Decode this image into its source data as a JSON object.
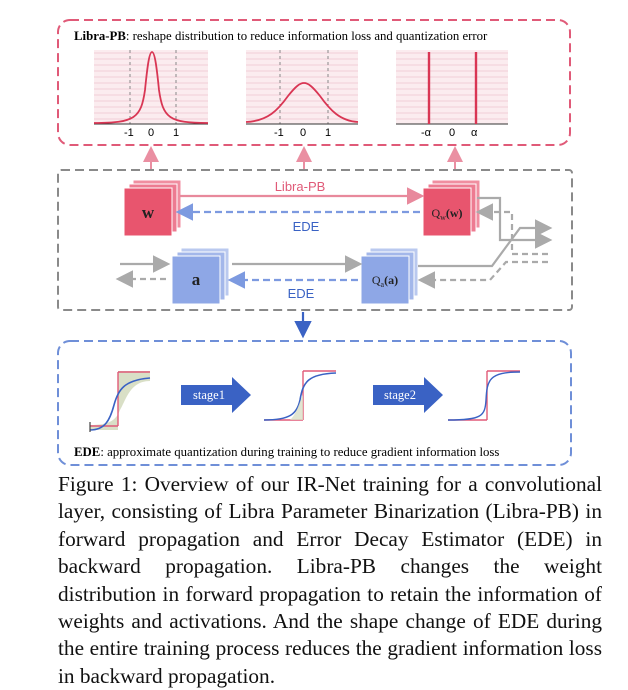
{
  "figure": {
    "top_panel": {
      "title_bold": "Libra-PB",
      "title_rest": ": reshape distribution to reduce information loss and quantization error",
      "plot1_ticks": [
        "-1",
        "0",
        "1"
      ],
      "plot2_ticks": [
        "-1",
        "0",
        "1"
      ],
      "plot3_ticks": [
        "-α",
        "0",
        "α"
      ]
    },
    "middle": {
      "w_label": "w",
      "qw_prefix": "Q",
      "qw_sub": "w",
      "qw_arg": "(w)",
      "a_label": "a",
      "qa_prefix": "Q",
      "qa_sub": "a",
      "qa_arg": "(a)",
      "libra_arrow_label": "Libra-PB",
      "ede_label_top": "EDE",
      "ede_label_bottom": "EDE"
    },
    "bottom_panel": {
      "stage1": "stage1",
      "stage2": "stage2",
      "title_bold": "EDE",
      "title_rest": ":  approximate quantization during training to reduce gradient information loss"
    },
    "colors": {
      "pink": "#e05a78",
      "pink_fill": "#e8556e",
      "blue": "#6f8fd8",
      "blue_fill": "#8ea7e6",
      "gray": "#999999"
    }
  },
  "caption": {
    "label": "Figure 1:",
    "text": "Overview of our IR-Net training for a convolutional layer, consisting of Libra Parameter Binarization (Libra-PB) in forward propagation and Error Decay Estimator (EDE) in backward propagation. Libra-PB changes the weight distribution in forward propagation to retain the information of weights and activations. And the shape change of EDE during the entire training process reduces the gradient information loss in backward propagation."
  }
}
